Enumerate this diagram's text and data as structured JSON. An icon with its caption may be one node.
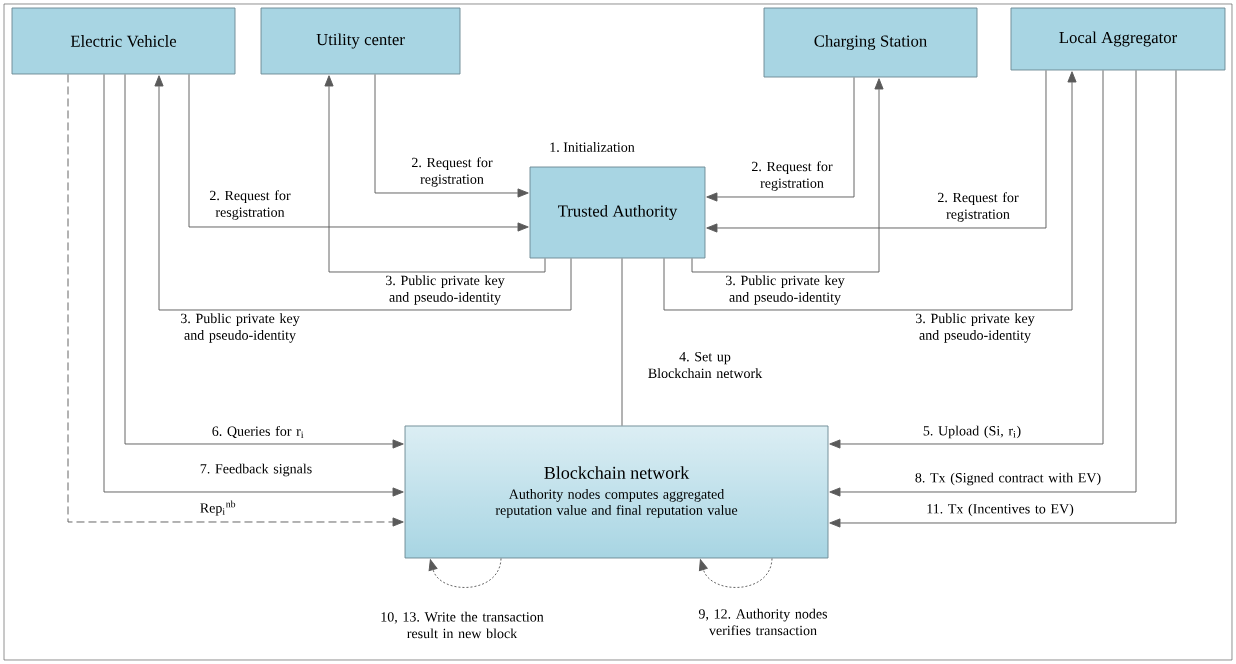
{
  "diagram": {
    "nodes": [
      {
        "text": [
          "Electric Vehicle"
        ]
      },
      {
        "text": [
          "Utility center"
        ]
      },
      {
        "text": [
          "Charging Station"
        ]
      },
      {
        "text": [
          "Local Aggregator"
        ]
      },
      {
        "text": [
          "Trusted Authority"
        ]
      },
      {
        "text": [
          "Blockchain network",
          "Authority nodes computes aggregated reputation value and final reputation value"
        ]
      }
    ],
    "edges": [
      {
        "from": 0,
        "to": 4,
        "arrow": "to",
        "label": "2. Request for resgistration"
      },
      {
        "from": 4,
        "to": 0,
        "arrow": "to",
        "label": "3. Public private key and pseudo-identity"
      },
      {
        "from": 1,
        "to": 4,
        "arrow": "to",
        "label": "2. Request for registration"
      },
      {
        "from": 4,
        "to": 1,
        "arrow": "to",
        "label": "3. Public private key and pseudo-identity"
      },
      {
        "from": 2,
        "to": 4,
        "arrow": "to",
        "label": "2. Request for registration"
      },
      {
        "from": 4,
        "to": 2,
        "arrow": "to",
        "label": "3. Public private key and pseudo-identity"
      },
      {
        "from": 3,
        "to": 4,
        "arrow": "to",
        "label": "2. Request for registration"
      },
      {
        "from": 4,
        "to": 3,
        "arrow": "to",
        "label": "3. Public private key and pseudo-identity"
      },
      {
        "from": 4,
        "to": 5,
        "arrow": "none",
        "label": "4. Set up Blockchain network"
      },
      {
        "from": 3,
        "to": 5,
        "arrow": "to",
        "label": "5. Upload (Si, r$_{i}$)"
      },
      {
        "from": 3,
        "to": 5,
        "arrow": "to",
        "label": "8. Tx (Signed contract with EV)"
      },
      {
        "from": 3,
        "to": 5,
        "arrow": "to",
        "label": "11. Tx (Incentives to EV)"
      },
      {
        "from": 0,
        "to": 5,
        "arrow": "to",
        "label": "6. Queries for r$_{i}$"
      },
      {
        "from": 0,
        "to": 5,
        "arrow": "to",
        "label": "7. Feedback signals"
      },
      {
        "from": 0,
        "to": 5,
        "arrow": "to",
        "label": "Rep$_{i}$$^{nb}$",
        "style": "dashed"
      },
      {
        "from": 5,
        "to": 5,
        "arrow": "to",
        "label": "10, 13. Write the transaction result in new block",
        "style": "dashed"
      },
      {
        "from": 5,
        "to": 5,
        "arrow": "to",
        "label": "9, 12. Authority nodes verifies transaction",
        "style": "dashed"
      }
    ],
    "labels": [
      "1. Initialization"
    ]
  }
}
